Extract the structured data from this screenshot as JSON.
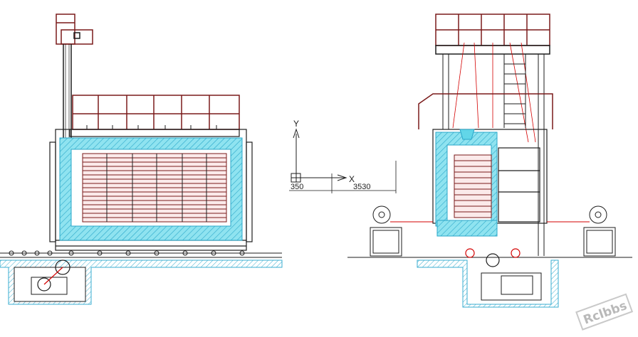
{
  "axes": {
    "y_label": "Y",
    "x_label": "X"
  },
  "dimensions": {
    "left_value": "350",
    "right_value": "3530"
  },
  "watermark": "Rclbbs",
  "colors": {
    "line": "#1e1e1e",
    "structure": "#7a1a1a",
    "refractory": "#62d6e8",
    "red": "#d40000",
    "ground_hatch": "#3aaed0"
  }
}
